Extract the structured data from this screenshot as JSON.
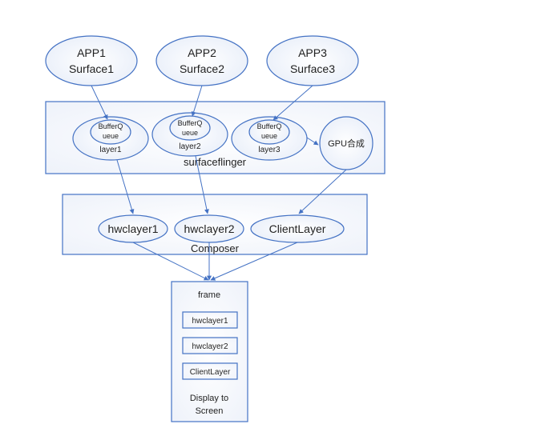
{
  "apps": [
    {
      "line1": "APP1",
      "line2": "Surface1"
    },
    {
      "line1": "APP2",
      "line2": "Surface2"
    },
    {
      "line1": "APP3",
      "line2": "Surface3"
    }
  ],
  "surfaceflinger": {
    "label": "surfaceflinger",
    "layers": [
      {
        "queue_line1": "BufferQ",
        "queue_line2": "ueue",
        "name": "layer1"
      },
      {
        "queue_line1": "BufferQ",
        "queue_line2": "ueue",
        "name": "layer2"
      },
      {
        "queue_line1": "BufferQ",
        "queue_line2": "ueue",
        "name": "layer3"
      }
    ],
    "gpu_label": "GPU合成"
  },
  "composer": {
    "label": "Composer",
    "layers": [
      "hwclayer1",
      "hwclayer2",
      "ClientLayer"
    ]
  },
  "frame": {
    "title": "frame",
    "items": [
      "hwclayer1",
      "hwclayer2",
      "ClientLayer"
    ],
    "footer_line1": "Display to",
    "footer_line2": "Screen"
  },
  "colors": {
    "stroke": "#4472c4",
    "fill_light": "#eef2fa",
    "text": "#1f1f1f"
  }
}
